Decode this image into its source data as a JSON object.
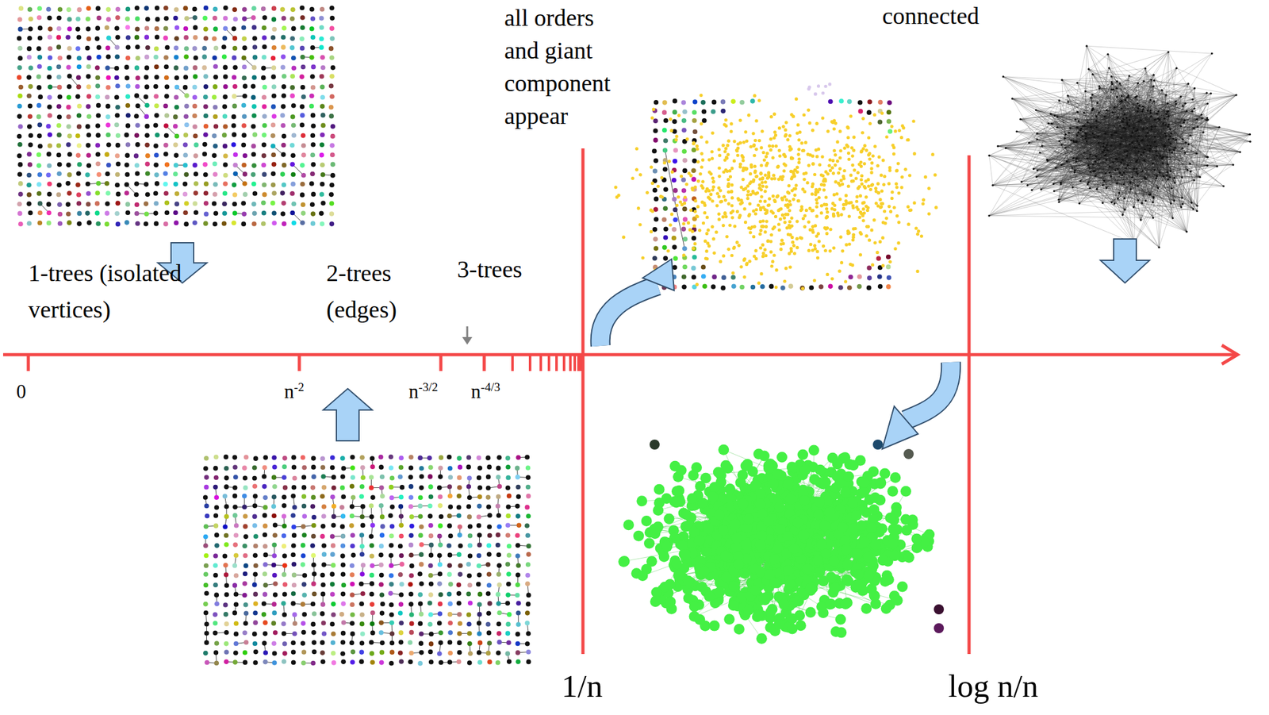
{
  "diagram": {
    "labels": [
      "all orders and giant component appear",
      "connected",
      "1-trees (isolated vertices)",
      "2-trees (edges)",
      "3-trees",
      "0",
      "n-2",
      "n-3/2",
      "n-4/3",
      "1/n",
      "log n/n"
    ]
  }
}
